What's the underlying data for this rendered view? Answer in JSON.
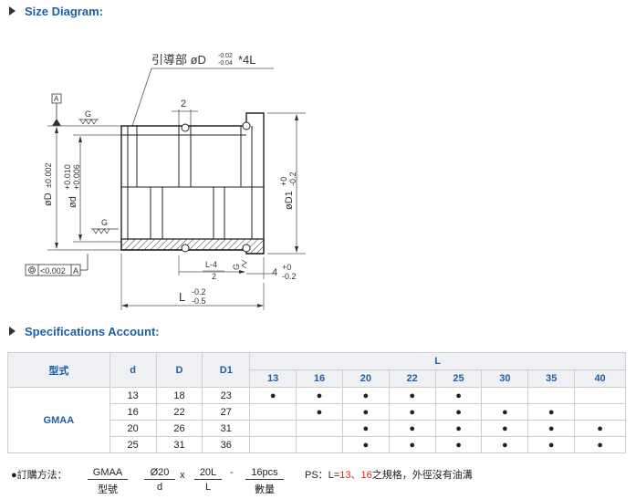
{
  "size_title": "Size Diagram:",
  "spec_title": "Specifications Account:",
  "diagram": {
    "lead_label": "引導部 øD",
    "lead_tol_upper": "-0.02",
    "lead_tol_lower": "-0.04",
    "lead_suffix": "*4L",
    "groove_width": "2",
    "datum_a": "A",
    "g_mark": "G",
    "d_outer_label": "øD",
    "d_outer_tol": "±0.002",
    "d_inner_label": "ød",
    "d_inner_tol_upper": "+0.010",
    "d_inner_tol_lower": "+0.006",
    "d1_label": "øD1",
    "d1_tol_upper": "+0",
    "d1_tol_lower": "-0.2",
    "runout": "<0.002",
    "runout_datum": "A",
    "half_num": "L-4",
    "half_den": "2",
    "flange": "4",
    "flange_tol_upper": "+0",
    "flange_tol_lower": "-0.2",
    "length": "L",
    "length_tol_upper": "-0.2",
    "length_tol_lower": "-0.5"
  },
  "table": {
    "h_model": "型式",
    "h_d": "d",
    "h_D": "D",
    "h_D1": "D1",
    "h_L": "L",
    "l_values": [
      "13",
      "16",
      "20",
      "22",
      "25",
      "30",
      "35",
      "40"
    ],
    "model": "GMAA",
    "rows": [
      {
        "d": "13",
        "D": "18",
        "D1": "23",
        "marks": [
          true,
          true,
          true,
          true,
          true,
          false,
          false,
          false
        ]
      },
      {
        "d": "16",
        "D": "22",
        "D1": "27",
        "marks": [
          false,
          true,
          true,
          true,
          true,
          true,
          true,
          false
        ]
      },
      {
        "d": "20",
        "D": "26",
        "D1": "31",
        "marks": [
          false,
          false,
          true,
          true,
          true,
          true,
          true,
          true
        ]
      },
      {
        "d": "25",
        "D": "31",
        "D1": "36",
        "marks": [
          false,
          false,
          true,
          true,
          true,
          true,
          true,
          true
        ]
      }
    ],
    "mark_char": "●"
  },
  "order": {
    "label": "●訂購方法：",
    "model_top": "GMAA",
    "model_bot": "型號",
    "d_top": "Ø20",
    "d_bot": "d",
    "x_sep": "x",
    "l_top": "20L",
    "l_bot": "L",
    "dash": "-",
    "qty_top": "16pcs",
    "qty_bot": "數量",
    "ps_prefix": "PS：L=",
    "ps_red1": "13",
    "ps_comma": "、",
    "ps_red2": "16",
    "ps_suffix": "之規格，外徑沒有油溝"
  }
}
